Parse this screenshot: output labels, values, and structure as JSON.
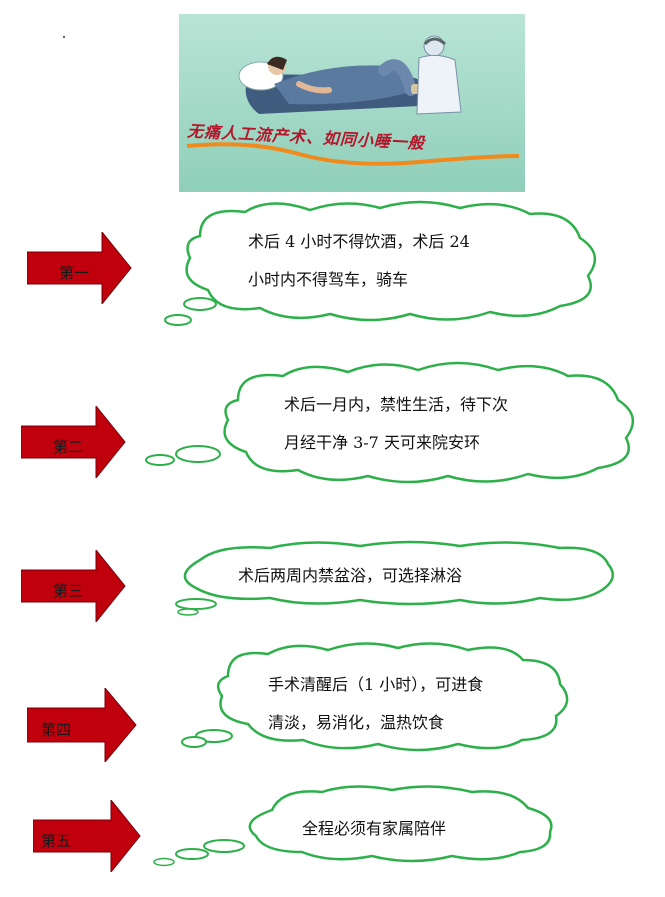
{
  "banner": {
    "caption": "无痛人工流产术、如同小睡一般"
  },
  "steps": [
    {
      "label": "第一",
      "lines": [
        "术后 4 小时不得饮酒，术后 24",
        "小时内不得驾车，骑车"
      ]
    },
    {
      "label": "第二",
      "lines": [
        "术后一月内，禁性生活，待下次",
        "月经干净 3-7 天可来院安环"
      ]
    },
    {
      "label": "第三",
      "lines": [
        "术后两周内禁盆浴，可选择淋浴"
      ]
    },
    {
      "label": "第四",
      "lines": [
        "手术清醒后（1 小时），可进食",
        "清淡，易消化，温热饮食"
      ]
    },
    {
      "label": "第五",
      "lines": [
        "全程必须有家属陪伴"
      ]
    }
  ],
  "colors": {
    "arrow_red": "#c0000c",
    "cloud_green": "#2db04a",
    "banner_bg": "#9fd6c3",
    "caption_red": "#b2162a",
    "caption_wave": "#f08a1c"
  }
}
